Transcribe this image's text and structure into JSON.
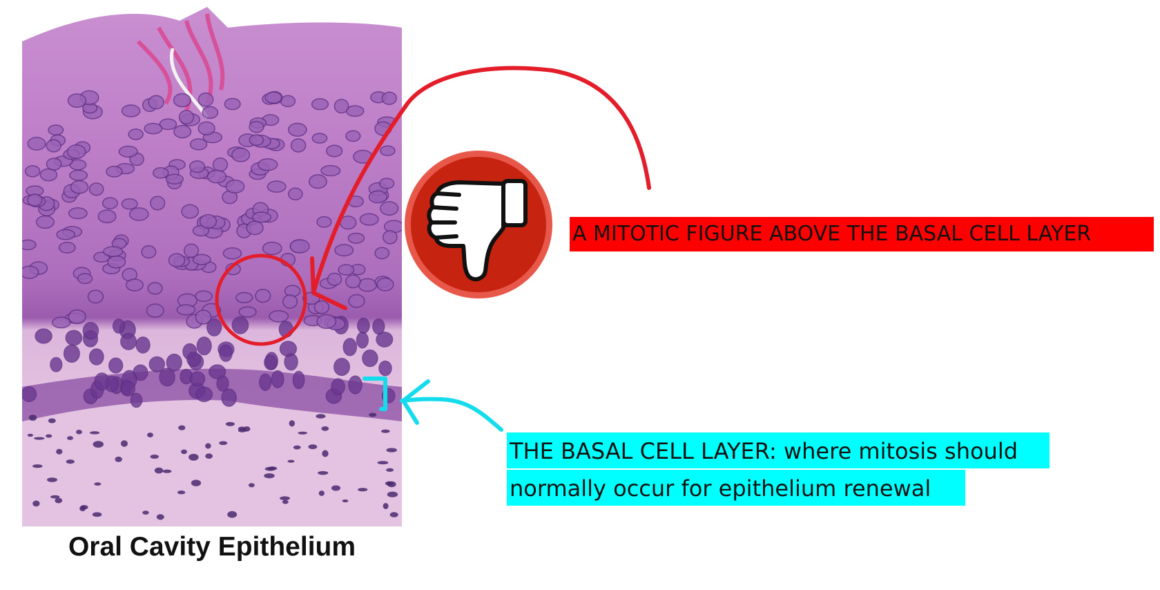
{
  "caption": "Oral Cavity Epithelium",
  "annotations": {
    "mitotic": {
      "text": "A MITOTIC FIGURE ABOVE THE BASAL CELL LAYER",
      "highlight": "#ff0000"
    },
    "basal": {
      "line1": "THE BASAL CELL LAYER: where mitosis should",
      "line2": "normally occur for epithelium renewal",
      "highlight": "#00ffff"
    }
  },
  "badge": {
    "icon": "thumbs-down-icon",
    "fill": "#c62410",
    "ring": "#e8584a"
  },
  "colors": {
    "marker_red": "#e41d2a",
    "marker_cyan": "#15dcec",
    "tissue_pink": "#b876c2",
    "nucleus_purple": "#5d2f83",
    "connective": "#e2bfe0"
  }
}
